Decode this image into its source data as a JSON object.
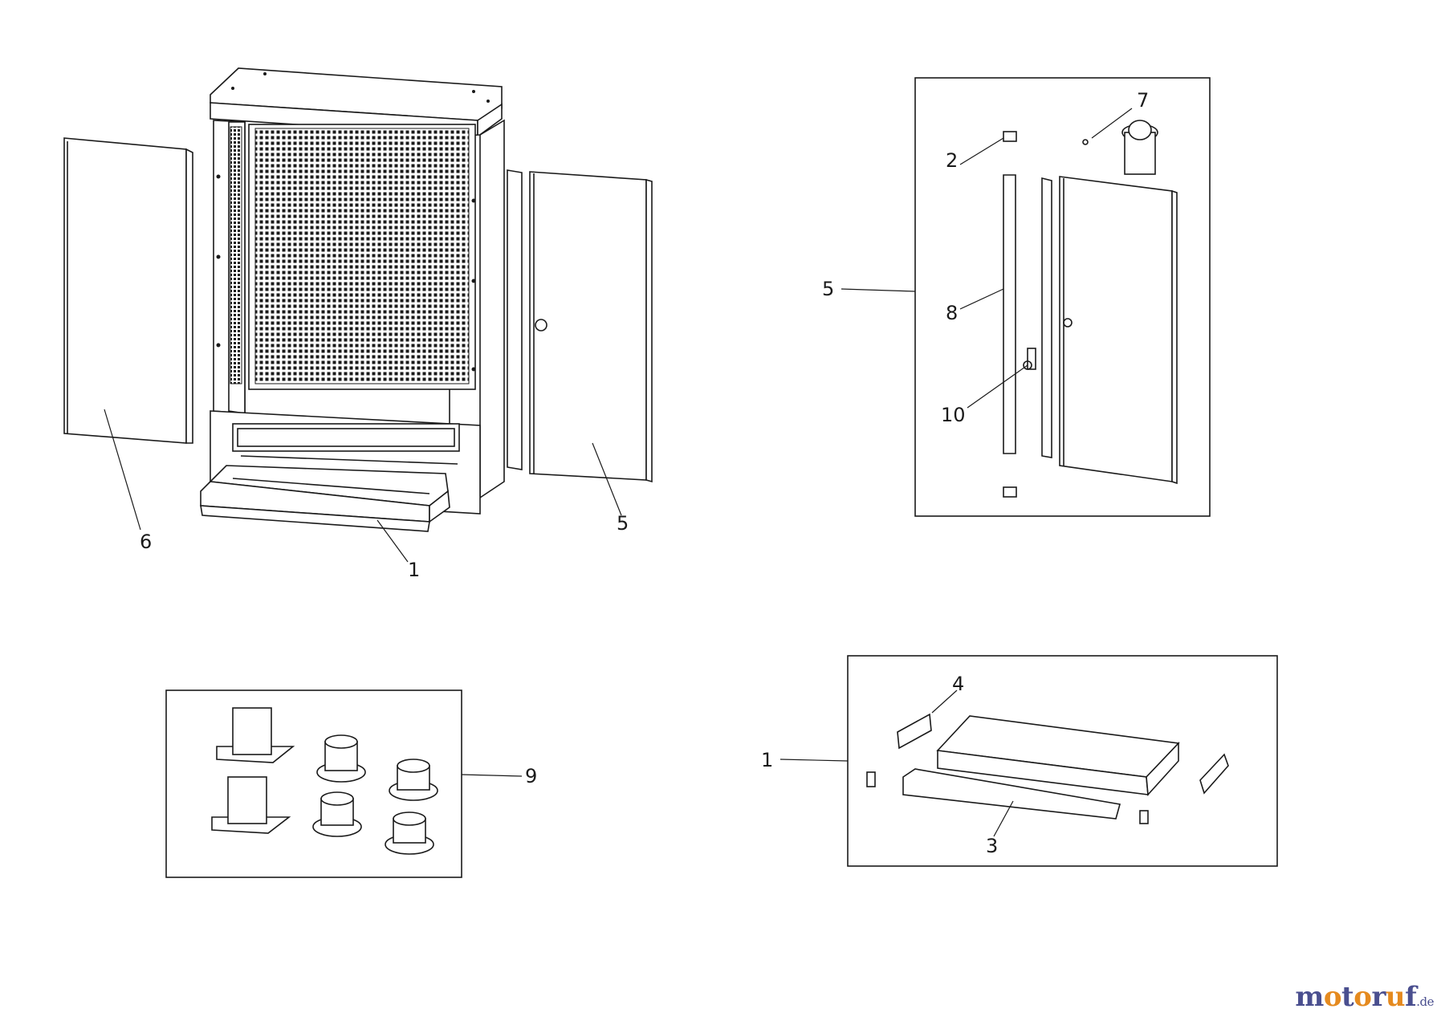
{
  "callouts": {
    "main_drawer": "1",
    "main_door_right": "5",
    "main_door_left": "6",
    "door_group": "5",
    "hinge": "2",
    "lock_cylinder": "7",
    "door_strip": "8",
    "lock": "10",
    "feet_group": "9",
    "drawer_group": "1",
    "drawer_front": "3",
    "slide": "4"
  },
  "logo": {
    "parts": [
      "m",
      "o",
      "t",
      "o",
      "r",
      "u",
      "f"
    ],
    "colors": [
      "#4a4f8f",
      "#e58a1f",
      "#4a4f8f",
      "#e58a1f",
      "#4a4f8f",
      "#e58a1f",
      "#4a4f8f"
    ],
    "tld": ".de"
  },
  "colors": {
    "line": "#1a1a1a",
    "background": "#ffffff"
  }
}
